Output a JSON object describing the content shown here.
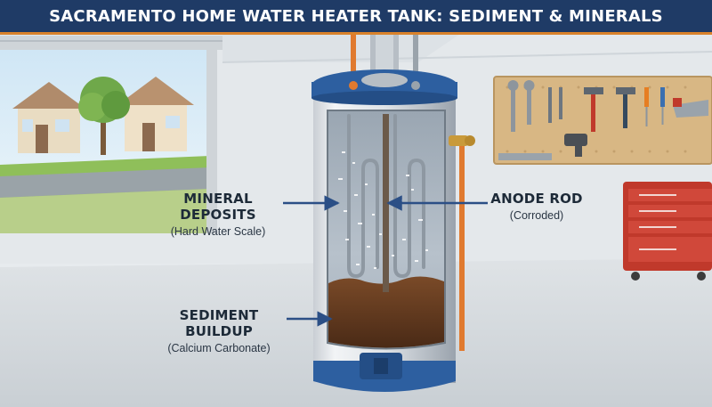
{
  "title": "SACRAMENTO HOME WATER HEATER TANK: SEDIMENT & MINERALS",
  "labels": {
    "mineral_deposits": {
      "title": "MINERAL DEPOSITS",
      "subtitle": "(Hard Water Scale)"
    },
    "anode_rod": {
      "title": "ANODE ROD",
      "subtitle": "(Corroded)"
    },
    "sediment_buildup": {
      "title": "SEDIMENT BUILDUP",
      "subtitle": "(Calcium Carbonate)"
    }
  },
  "colors": {
    "banner": "#1f3b66",
    "banner_accent": "#d9822b",
    "tank_blue": "#2d5fa0",
    "sediment": "#6b4025",
    "copper_pipe": "#e07a2f"
  },
  "icons": [
    "garage-door-opening",
    "house",
    "tree",
    "pegboard-tools",
    "tool-chest",
    "pressure-relief-valve",
    "heating-element",
    "anode-rod",
    "arrow-right",
    "arrow-left"
  ]
}
